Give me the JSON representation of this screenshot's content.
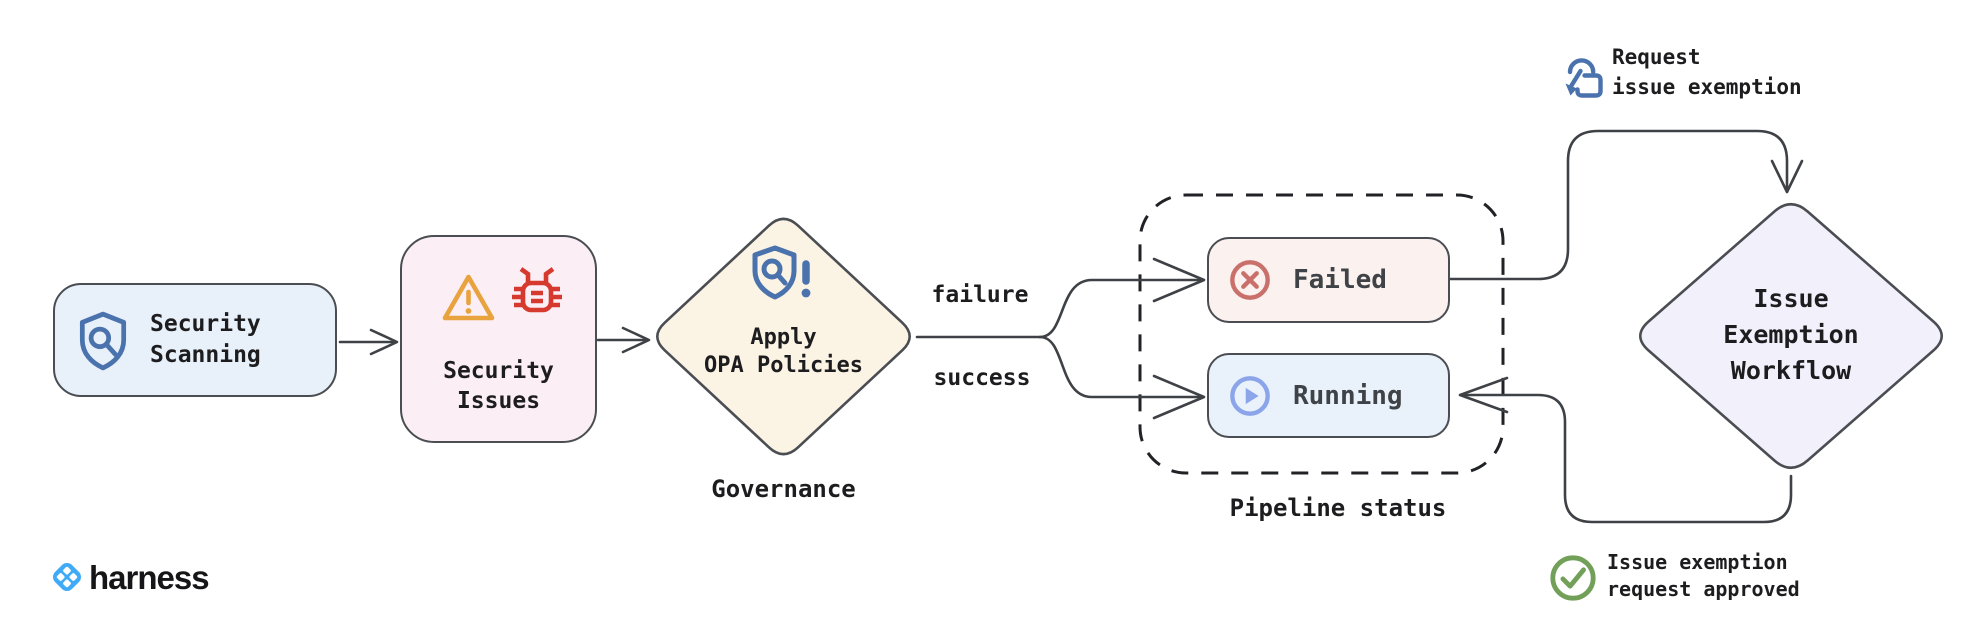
{
  "colors": {
    "line": "#3e4145",
    "border": "#4a4d52",
    "dash": "#202226",
    "text": "#1d1d1f",
    "text-soft": "#3f4347",
    "scanning-bg": "#e8f1fa",
    "issues-bg": "#fbeff5",
    "opa-bg": "#fbf3e4",
    "failed-bg": "#fbf1ee",
    "running-bg": "#e9f2fb",
    "exemption-bg": "#f2f0fb",
    "icon-blue": "#4a72ad",
    "warn-orange": "#e8a33e",
    "bug-red": "#d6392e",
    "failed-red": "#c9706b",
    "running-blue": "#8ba4ea",
    "check-green": "#73a058",
    "brand-blue": "#3fabf7"
  },
  "nodes": {
    "security_scanning": {
      "label": "Security\nScanning",
      "icon": "shield-search-icon"
    },
    "security_issues": {
      "label": "Security\nIssues",
      "icons": [
        "warning-triangle-icon",
        "bug-icon"
      ]
    },
    "apply_opa": {
      "label": "Apply\nOPA Policies",
      "caption": "Governance",
      "icon": "shield-policy-alert-icon"
    },
    "issue_exemption": {
      "label": "Issue\nExemption\nWorkflow"
    }
  },
  "pipeline": {
    "caption": "Pipeline status",
    "failed": {
      "label": "Failed",
      "icon": "circle-x-icon"
    },
    "running": {
      "label": "Running",
      "icon": "circle-play-icon"
    }
  },
  "edges": {
    "failure": "failure",
    "success": "success"
  },
  "annotations": {
    "request_exemption": {
      "text": "Request\nissue exemption",
      "icon": "tap-click-icon"
    },
    "request_approved": {
      "text": "Issue exemption\nrequest approved",
      "icon": "circle-check-icon"
    }
  },
  "brand": {
    "name": "harness",
    "icon": "harness-logo-icon"
  }
}
